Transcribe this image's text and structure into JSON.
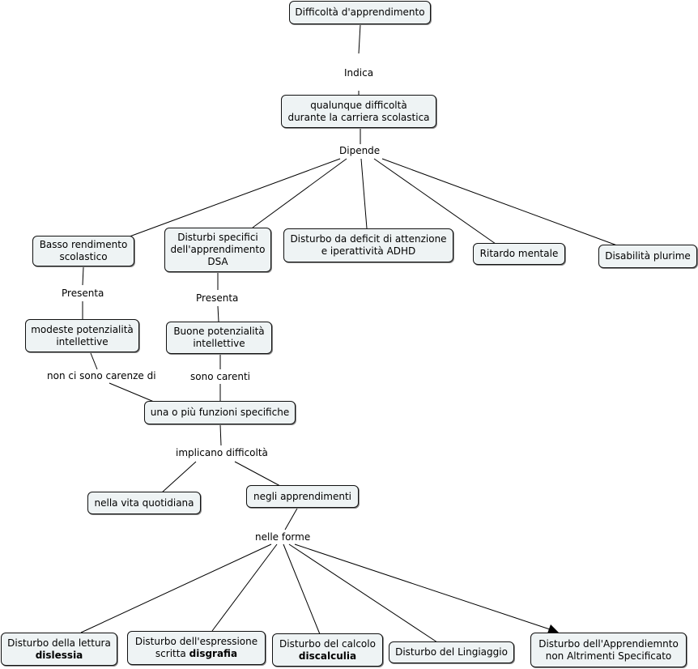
{
  "concepts": {
    "root": "Difficoltà d'apprendimento",
    "qualunque": [
      "qualunque difficoltà",
      "durante la carriera scolastica"
    ],
    "basso": [
      "Basso rendimento",
      "scolastico"
    ],
    "dsa": [
      "Disturbi specifici",
      "dell'apprendimento",
      "DSA"
    ],
    "adhd": [
      "Disturbo da deficit di attenzione",
      "e iperattività ADHD"
    ],
    "ritardo": "Ritardo mentale",
    "disabilita": "Disabilità plurime",
    "modeste": [
      "modeste potenzialità",
      "intellettive"
    ],
    "buone": [
      "Buone potenzialità",
      "intellettive"
    ],
    "funzioni": "una o più funzioni specifiche",
    "vita": "nella vita quotidiana",
    "apprendimenti": "negli apprendimenti",
    "lettura": [
      "Disturbo della lettura",
      "dislessia"
    ],
    "scrittura": [
      "Disturbo dell'espressione",
      "scritta ",
      "disgrafia"
    ],
    "calcolo": [
      "Disturbo del calcolo",
      "discalculia"
    ],
    "linguaggio": "Disturbo del Lingiaggio",
    "nas": [
      "Disturbo dell'Apprendiemnto",
      "non Altrimenti Specificato"
    ]
  },
  "links": {
    "indica": "Indica",
    "dipende": "Dipende",
    "presenta1": "Presenta",
    "presenta2": "Presenta",
    "carenze": "non ci sono carenze di",
    "carenti": "sono carenti",
    "implicano": "implicano difficoltà",
    "forme": "nelle forme"
  },
  "colors": {
    "node_fill": "#eef3f4",
    "border": "#111111",
    "line": "#000000"
  }
}
